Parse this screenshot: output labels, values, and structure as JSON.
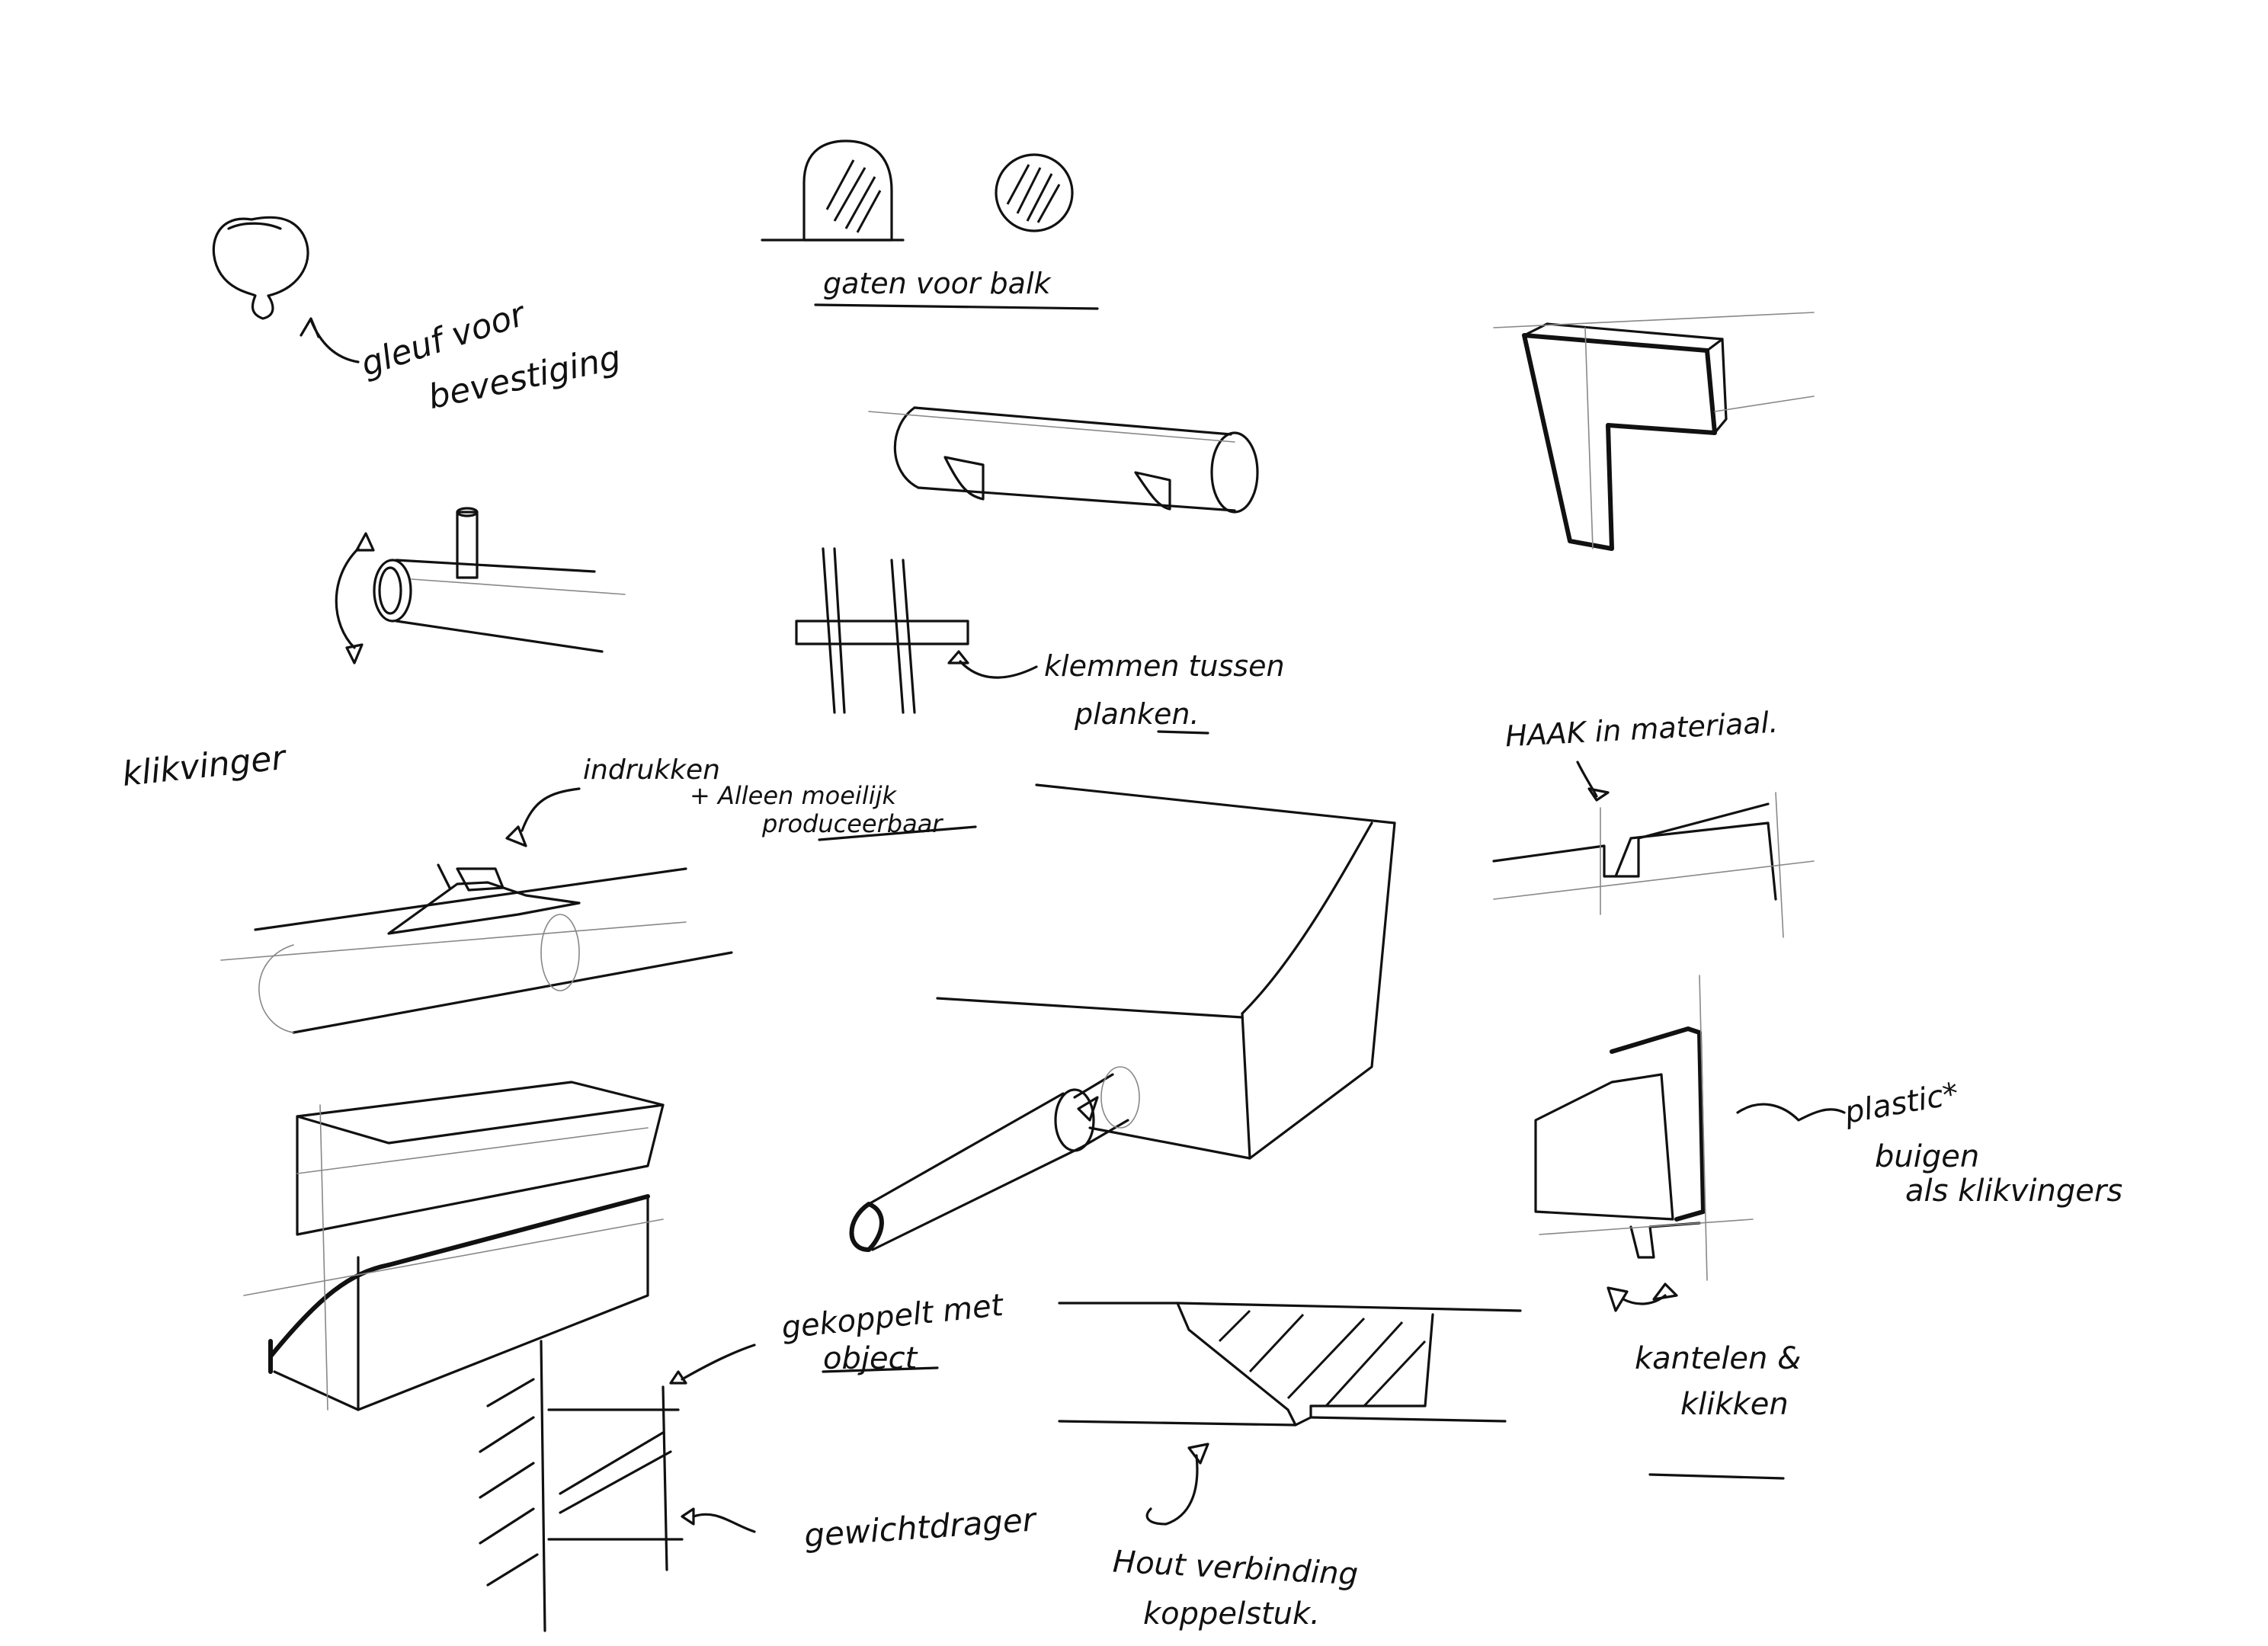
{
  "annotations": {
    "gleuf_line1": "gleuf voor",
    "gleuf_line2": "bevestiging",
    "gaten": "gaten voor balk",
    "klemmen_line1": "klemmen tussen",
    "klemmen_line2": "planken.",
    "haak": "HAAK in materiaal.",
    "klikvinger": "klikvinger",
    "indrukken": "indrukken",
    "alleen_line1": "+ Alleen moeilijk",
    "alleen_line2": "produceerbaar",
    "plastic_line1": "plastic*",
    "plastic_line2": "buigen",
    "plastic_line3": "als klikvingers",
    "kantelen_line1": "kantelen &",
    "kantelen_line2": "klikken",
    "gekoppelt_line1": "gekoppelt met",
    "gekoppelt_line2": "object",
    "gewichtdrager": "gewichtdrager",
    "hout_line1": "Hout verbinding",
    "hout_line2": "koppelstuk."
  }
}
